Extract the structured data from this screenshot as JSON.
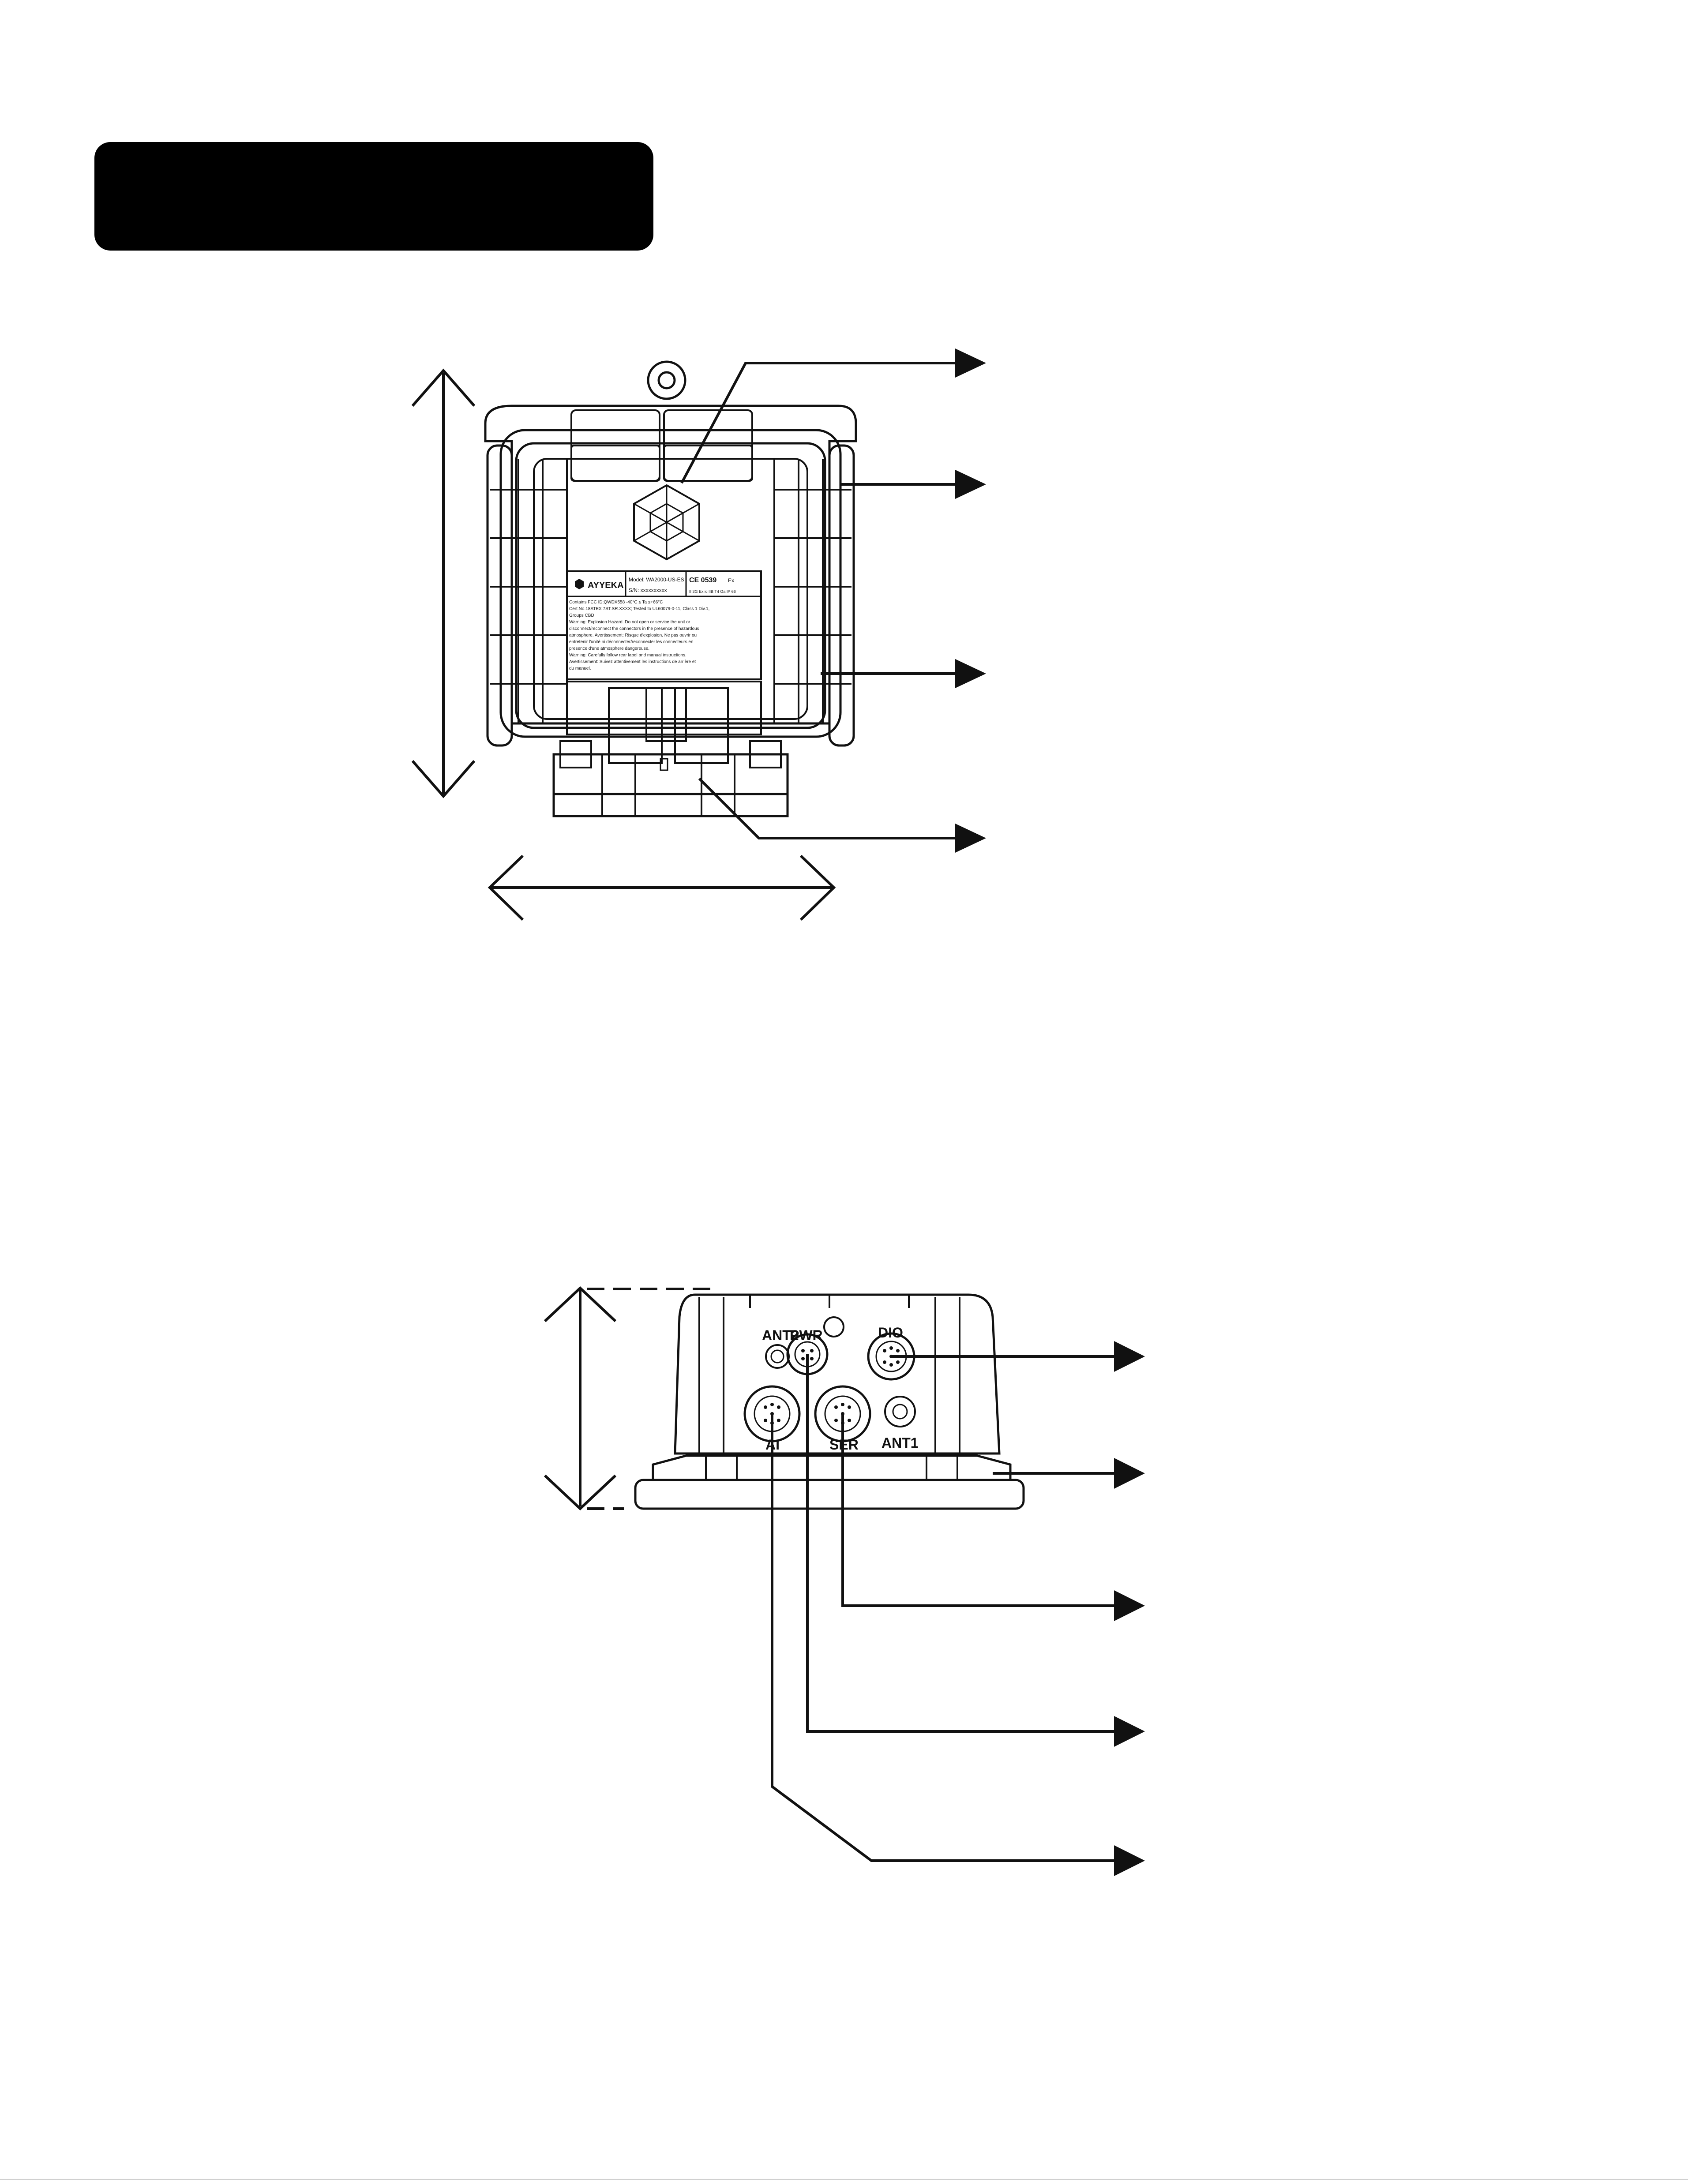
{
  "header": {
    "title": ""
  },
  "device_label": {
    "brand": "AYYEKA",
    "model_line": "Model: WA2000-US-ES",
    "serial_line": "S/N: xxxxxxxxxx",
    "ce_mark": "CE 0539",
    "ex_mark": "Ex",
    "ex_code": "II 3G Ex ic IIB T4 Ga IP 66",
    "text_lines": [
      "Contains FCC ID:QWDX558 -40°C ≤ Ta ≤+66°C",
      "Cert.No.18ATEX 7ST.SR.XXXX; Tested to UL60079-0-11, Class 1 Div.1,",
      "Groups CBD",
      "Warning: Explosion Hazard.  Do not open or service the unit or",
      "disconnect/reconnect the connectors in the presence of hazardous",
      "atmosphere. Avertissement: Risque d'explosion.  Ne pas ouvrir ou",
      "entretenir l'unité ni déconnecter/reconnecter les connecteurs en",
      "presence d'une atmosphere dangereuse.",
      "Warning: Carefully follow rear label and manual instructions.",
      "Avertissement: Suivez attentivement les instructions de arrière et",
      "du manuel."
    ]
  },
  "ports": {
    "ant2": "ANT2",
    "pwr": "PWR",
    "dio": "DIO",
    "ai": "AI",
    "ser": "SER",
    "ant1": "ANT1"
  }
}
